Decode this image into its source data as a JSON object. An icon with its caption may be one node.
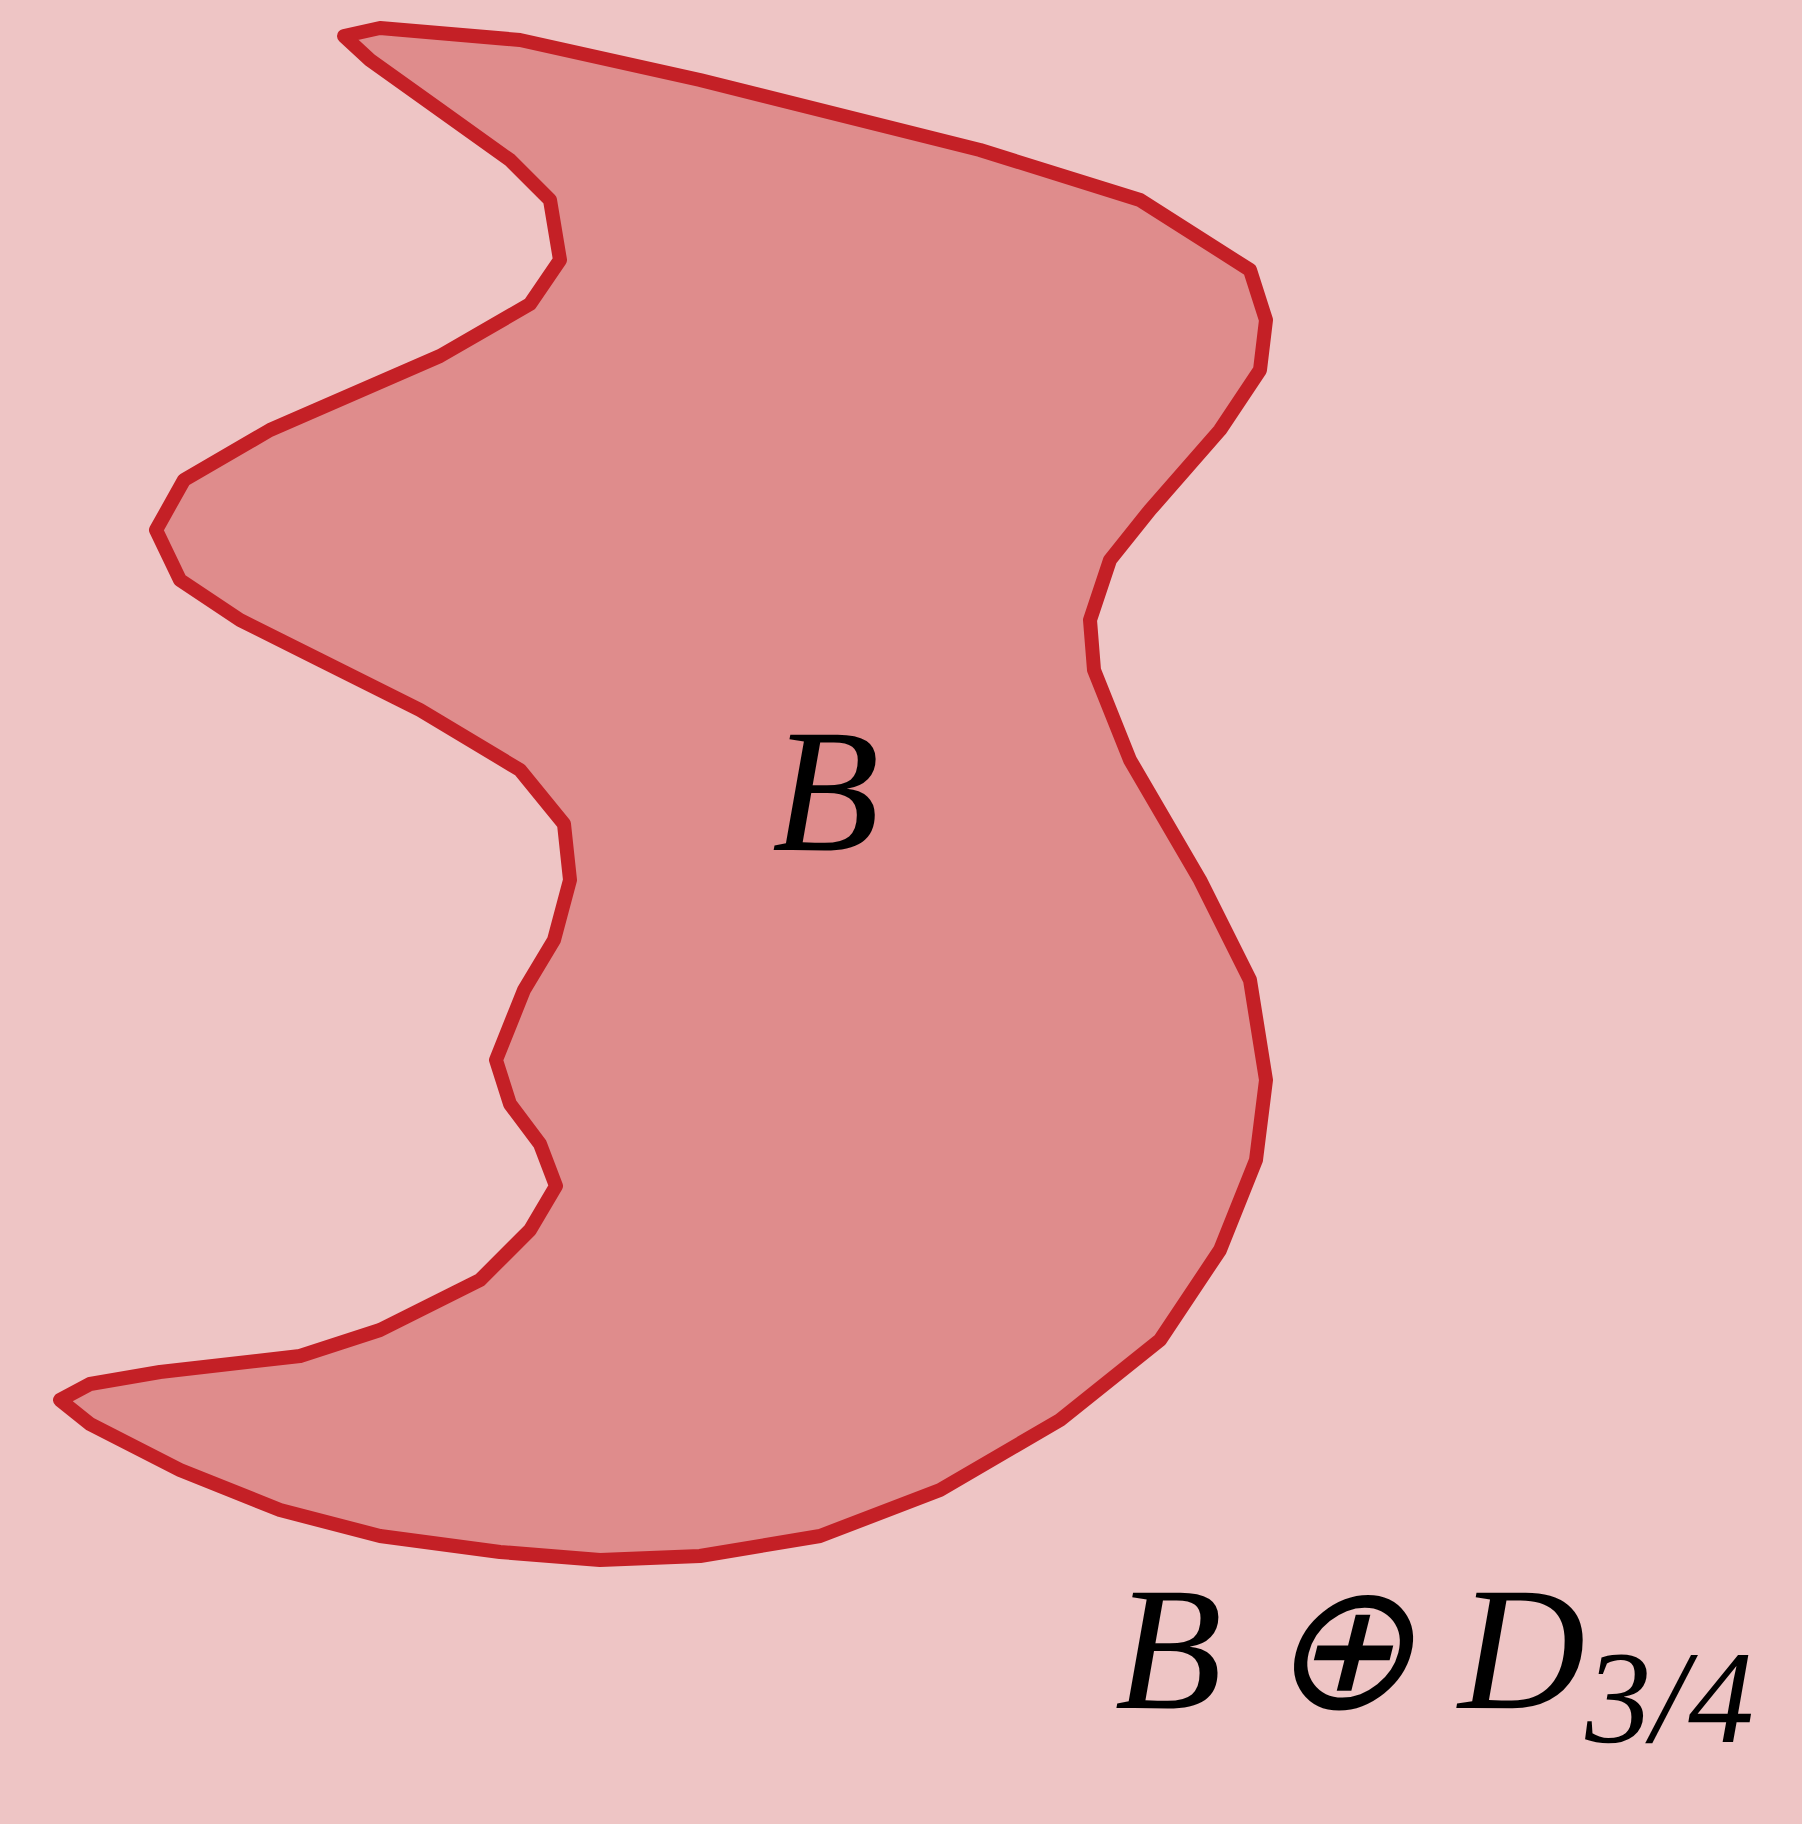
{
  "diagram": {
    "nodes": [
      {
        "text": [
          "B ⊕ D$_{3/4}$"
        ]
      },
      {
        "text": [
          "B"
        ],
        "in": 0
      }
    ]
  }
}
